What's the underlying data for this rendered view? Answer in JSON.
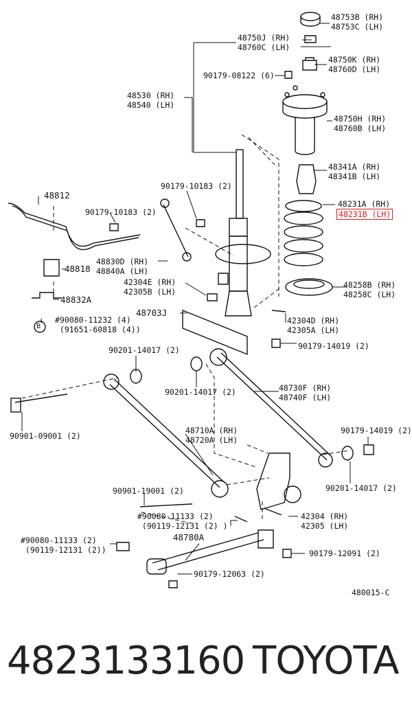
{
  "labels": {
    "l48753": [
      "48753B (RH)",
      "48753C (LH)"
    ],
    "l48750j": [
      "48750J (RH)",
      "48760C (LH)"
    ],
    "l48750k": [
      "48750K (RH)",
      "48760D (LH)"
    ],
    "l90179_08122": "90179-08122 (6)",
    "l48530": [
      "48530 (RH)",
      "48540 (LH)"
    ],
    "l48750h": [
      "48750H (RH)",
      "48760B (LH)"
    ],
    "l48341": [
      "48341A (RH)",
      "48341B (LH)"
    ],
    "l90179_10183a": "90179-10183 (2)",
    "l48812": "48812",
    "l48231a": "48231A (RH)",
    "l48231b": "48231B (LH)",
    "l90179_10183b": "90179-10183 (2)",
    "l48830": [
      "48830D (RH)",
      "48840A (LH)"
    ],
    "l48818": "48818",
    "l42304e": [
      "42304E (RH)",
      "42305B (LH)"
    ],
    "l48258": [
      "48258B (RH)",
      "48258C (LH)"
    ],
    "l48832": "48832A",
    "l48703": "48703J",
    "l90080_11232": [
      "#90080-11232 (4)",
      " (91651-60818 (4))"
    ],
    "l42304d": [
      "42304D (RH)",
      "42305A (LH)"
    ],
    "l90179_14019a": "90179-14019 (2)",
    "l90201_14017a": "90201-14017 (2)",
    "l90201_14017b": "90201-14017 (2)",
    "l48730": [
      "48730F (RH)",
      "48740F (LH)"
    ],
    "l90901_09001": "90901-09001 (2)",
    "l48710": [
      "48710A (RH)",
      "48720A (LH)"
    ],
    "l90179_14019b": "90179-14019 (2)",
    "l90201_14017c": "90201-14017 (2)",
    "l90901_19001": "90901-19001 (2)",
    "l90080_11133a": [
      "#90080-11133 (2)",
      " (90119-12131 (2) )"
    ],
    "l42304": [
      "42304 (RH)",
      "42305 (LH)"
    ],
    "l90080_11133b": [
      "#90080-11133 (2)",
      " (90119-12131 (2))"
    ],
    "l48780": "48780A",
    "l90179_12091": "90179-12091 (2)",
    "l90179_12063": "90179-12063 (2)",
    "fig_code": "480015-C",
    "callout_b": "B"
  },
  "bottom": {
    "part_number": "4823133160",
    "brand": "TOYOTA"
  },
  "highlight_color": "#e0181b"
}
